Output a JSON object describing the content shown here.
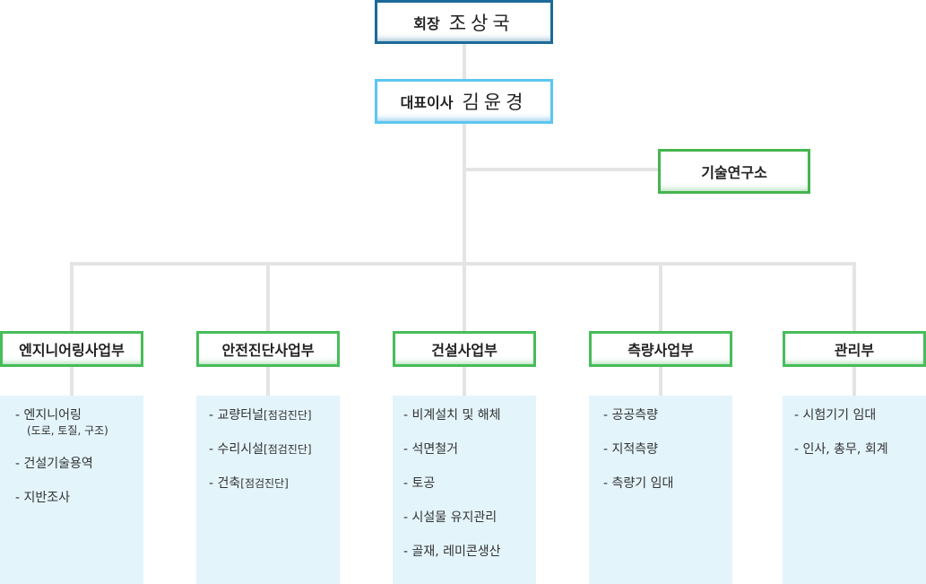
{
  "chairman": {
    "title": "회장",
    "name": "조상국"
  },
  "ceo": {
    "title": "대표이사",
    "name": "김윤경"
  },
  "lab": {
    "label": "기술연구소"
  },
  "departments": [
    {
      "label": "엔지니어링사업부",
      "items": [
        {
          "text": "- 엔지니어링",
          "sub": "(도로, 토질, 구조)"
        },
        {
          "text": "- 건설기술용역"
        },
        {
          "text": "- 지반조사"
        }
      ]
    },
    {
      "label": "안전진단사업부",
      "items": [
        {
          "text": "- 교량터널",
          "tag": "[점검진단]"
        },
        {
          "text": "- 수리시설",
          "tag": "[점검진단]"
        },
        {
          "text": "- 건축",
          "tag": "[점검진단]"
        }
      ]
    },
    {
      "label": "건설사업부",
      "items": [
        {
          "text": "- 비계설치 및 해체"
        },
        {
          "text": "- 석면철거"
        },
        {
          "text": "- 토공"
        },
        {
          "text": "- 시설물 유지관리"
        },
        {
          "text": "- 골재, 레미콘생산"
        }
      ]
    },
    {
      "label": "측량사업부",
      "items": [
        {
          "text": "- 공공측량"
        },
        {
          "text": "- 지적측량"
        },
        {
          "text": "- 측량기 임대"
        }
      ]
    },
    {
      "label": "관리부",
      "items": [
        {
          "text": "- 시험기기 임대"
        },
        {
          "text": "- 인사, 총무, 회계"
        }
      ]
    }
  ]
}
